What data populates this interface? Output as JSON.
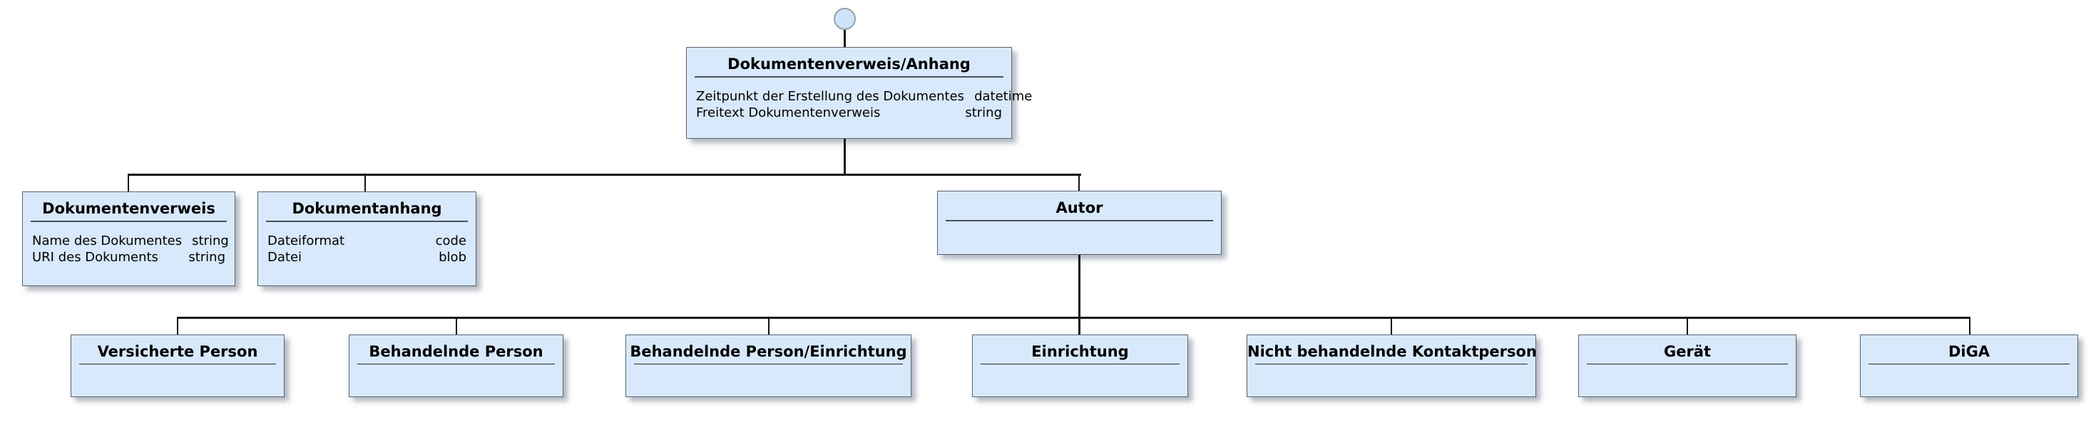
{
  "diagram": {
    "type": "hierarchy-class-diagram",
    "colors": {
      "node_fill": "#d8e9fb",
      "node_border": "#5a646e",
      "separator": "#47525b",
      "connector": "#141414",
      "circle_fill": "#cfe4f8",
      "circle_border": "#93a2b0"
    },
    "nodes": {
      "root": {
        "title": "Dokumentenverweis/Anhang",
        "attributes": [
          {
            "name": "Zeitpunkt der Erstellung des Dokumentes",
            "type": "datetime"
          },
          {
            "name": "Freitext Dokumentenverweis",
            "type": "string"
          }
        ]
      },
      "dokumentenverweis": {
        "title": "Dokumentenverweis",
        "attributes": [
          {
            "name": "Name des Dokumentes",
            "type": "string"
          },
          {
            "name": "URI des Dokuments",
            "type": "string"
          }
        ]
      },
      "dokumentanhang": {
        "title": "Dokumentanhang",
        "attributes": [
          {
            "name": "Dateiformat",
            "type": "code"
          },
          {
            "name": "Datei",
            "type": "blob"
          }
        ]
      },
      "autor": {
        "title": "Autor",
        "attributes": []
      },
      "versicherte_person": {
        "title": "Versicherte Person"
      },
      "behandelnde_person": {
        "title": "Behandelnde Person"
      },
      "behandelnde_person_einrichtung": {
        "title": "Behandelnde Person/Einrichtung"
      },
      "einrichtung": {
        "title": "Einrichtung"
      },
      "nicht_behandelnde_kontaktperson": {
        "title": "Nicht behandelnde Kontaktperson"
      },
      "geraet": {
        "title": "Gerät"
      },
      "diga": {
        "title": "DiGA"
      }
    },
    "edges": [
      {
        "from": "root-anchor-circle",
        "to": "root"
      },
      {
        "from": "root",
        "to": "dokumentenverweis"
      },
      {
        "from": "root",
        "to": "dokumentanhang"
      },
      {
        "from": "root",
        "to": "autor"
      },
      {
        "from": "autor",
        "to": "versicherte_person"
      },
      {
        "from": "autor",
        "to": "behandelnde_person"
      },
      {
        "from": "autor",
        "to": "behandelnde_person_einrichtung"
      },
      {
        "from": "autor",
        "to": "einrichtung"
      },
      {
        "from": "autor",
        "to": "nicht_behandelnde_kontaktperson"
      },
      {
        "from": "autor",
        "to": "geraet"
      },
      {
        "from": "autor",
        "to": "diga"
      }
    ]
  }
}
